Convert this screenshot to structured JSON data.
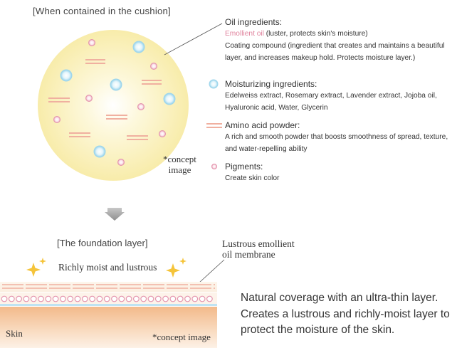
{
  "top": {
    "heading": "[When contained in the cushion]",
    "concept_line1": "*concept",
    "concept_line2": "image"
  },
  "legend": {
    "oil": {
      "title": "Oil ingredients:",
      "emollient": "Emollient oil",
      "emollient_rest": " (luster, protects skin's moisture)",
      "body": "Coating compound (ingredient that creates and maintains a beautiful layer, and increases makeup hold. Protects moisture layer.)"
    },
    "moisture": {
      "title": "Moisturizing ingredients:",
      "body": "Edelweiss extract, Rosemary extract, Lavender extract, Jojoba oil, Hyaluronic acid, Water, Glycerin"
    },
    "amino": {
      "title": "Amino acid powder:",
      "body": "A rich and smooth powder that boosts smoothness of spread, texture, and water-repelling ability"
    },
    "pigment": {
      "title": "Pigments:",
      "body": "Create skin color"
    }
  },
  "bottom": {
    "heading": "[The foundation layer]",
    "moist_label": "Richly moist and lustrous",
    "membrane_line1": "Lustrous emollient",
    "membrane_line2": "oil membrane",
    "skin_label": "Skin",
    "concept": "*concept image",
    "description_line1": "Natural coverage with an ultra-thin layer.",
    "description_line2": "Creates a lustrous and richly-moist layer to",
    "description_line3": "protect the moisture of the skin."
  },
  "colors": {
    "cushion": "#fbf3c2",
    "moisture_bubble": "#a8dcee",
    "pigment": "#e89bb3",
    "amino_bar": "#f2b6a6",
    "skin": "#f6c8a0",
    "sparkle": "#f5c43a"
  }
}
